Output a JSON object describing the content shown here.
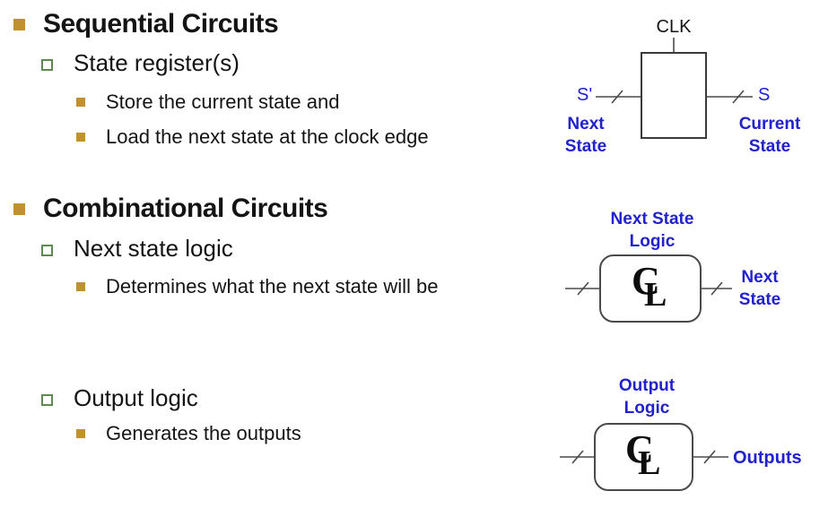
{
  "slide": {
    "sections": [
      {
        "heading": "Sequential Circuits",
        "subitem": "State register(s)",
        "details": [
          "Store the current state and",
          "Load the next state at the clock edge"
        ]
      },
      {
        "heading": "Combinational Circuits",
        "subitem": "Next state logic",
        "details": [
          "Determines what the next state will be"
        ]
      },
      {
        "subitem": "Output logic",
        "details": [
          "Generates the outputs"
        ]
      }
    ],
    "register_diagram": {
      "clk_label": "CLK",
      "input_signal": "S'",
      "input_role_line1": "Next",
      "input_role_line2": "State",
      "output_signal": "S",
      "output_role_line1": "Current",
      "output_role_line2": "State"
    },
    "next_state_diagram": {
      "title_line1": "Next State",
      "title_line2": "Logic",
      "symbol_c": "C",
      "symbol_l": "L",
      "output_role_line1": "Next",
      "output_role_line2": "State"
    },
    "output_diagram": {
      "title_line1": "Output",
      "title_line2": "Logic",
      "symbol_c": "C",
      "symbol_l": "L",
      "output_label": "Outputs"
    },
    "colors": {
      "bullet_gold": "#C0922F",
      "bullet_green_outline": "#5E8A52",
      "diagram_label_blue": "#2121CE",
      "text_black": "#141414",
      "wire_gray": "#4A4A4A"
    }
  }
}
